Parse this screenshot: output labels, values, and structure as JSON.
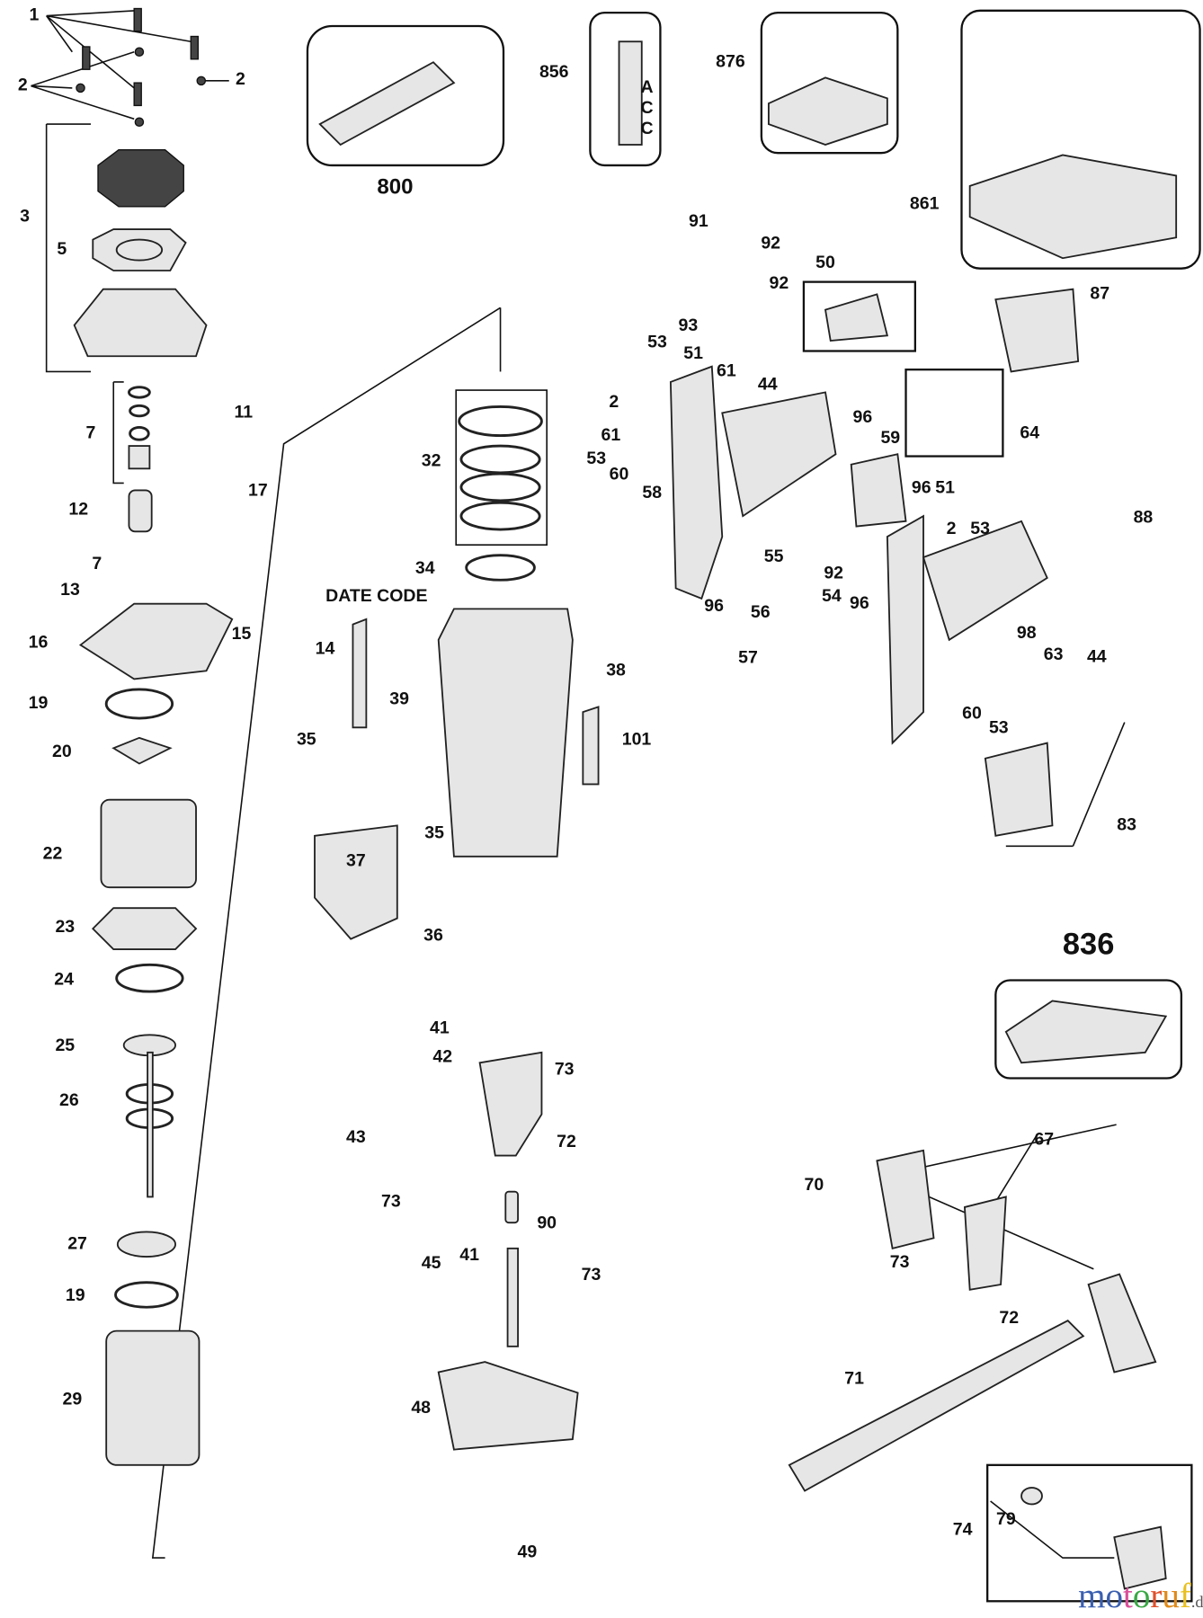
{
  "diagram": {
    "labels": [
      "1",
      "2",
      "2",
      "3",
      "5",
      "800",
      "856",
      "876",
      "861",
      "91",
      "92",
      "92",
      "93",
      "50",
      "87",
      "53",
      "51",
      "61",
      "44",
      "2",
      "96",
      "64",
      "61",
      "59",
      "53",
      "60",
      "58",
      "96",
      "51",
      "88",
      "2",
      "53",
      "7",
      "11",
      "17",
      "12",
      "32",
      "34",
      "DATE CODE",
      "14",
      "39",
      "38",
      "55",
      "92",
      "54",
      "96",
      "96",
      "56",
      "98",
      "63",
      "44",
      "57",
      "60",
      "53",
      "7",
      "13",
      "16",
      "15",
      "19",
      "20",
      "35",
      "101",
      "35",
      "37",
      "36",
      "83",
      "836",
      "22",
      "23",
      "24",
      "25",
      "26",
      "41",
      "42",
      "73",
      "43",
      "72",
      "73",
      "45",
      "90",
      "41",
      "73",
      "70",
      "67",
      "73",
      "72",
      "71",
      "27",
      "19",
      "29",
      "48",
      "49",
      "74",
      "79"
    ],
    "box_856_text": [
      "A",
      "C",
      "C"
    ],
    "watermark": {
      "letters": [
        "m",
        "o",
        "t",
        "o",
        "r",
        "u",
        "f"
      ],
      "colors": [
        "#3a5fb0",
        "#3a5fb0",
        "#d94f9a",
        "#3aa845",
        "#e0502a",
        "#e08a1a",
        "#e8c020"
      ],
      "suffix": ".de"
    }
  }
}
